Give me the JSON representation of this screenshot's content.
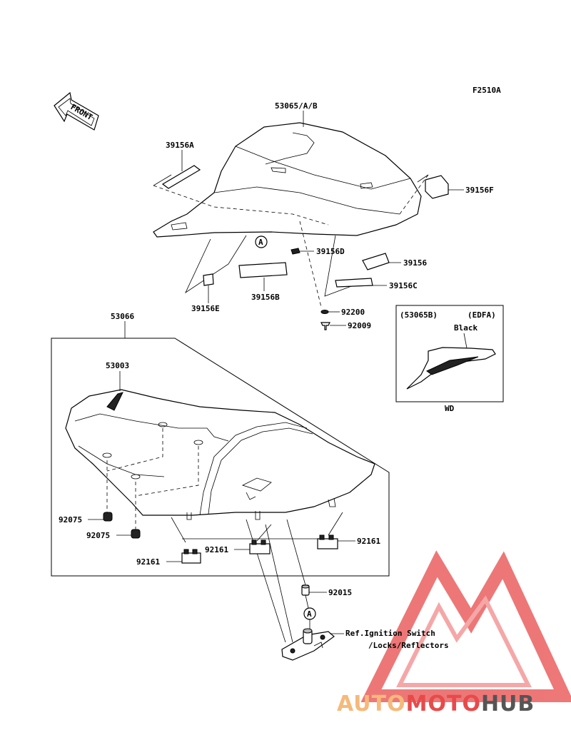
{
  "diagram": {
    "code": "F2510A",
    "front_label": "FRONT",
    "callout_letter": "A",
    "parts": {
      "p53065": "53065/A/B",
      "p39156A": "39156A",
      "p39156F": "39156F",
      "p39156D": "39156D",
      "p39156": "39156",
      "p39156B": "39156B",
      "p39156C": "39156C",
      "p39156E": "39156E",
      "p92200": "92200",
      "p92009": "92009",
      "p53066": "53066",
      "p53003": "53003",
      "p92075a": "92075",
      "p92075b": "92075",
      "p92161a": "92161",
      "p92161b": "92161",
      "p92161c": "92161",
      "p92015": "92015"
    },
    "reference": {
      "line1": "Ref.Ignition Switch",
      "line2": "/Locks/Reflectors"
    },
    "inset": {
      "code": "(53065B)",
      "variant": "(EDFA)",
      "color": "Black",
      "caption": "WD"
    }
  },
  "watermark": {
    "part1": "AUTO",
    "part2": "MOTO",
    "part3": "HUB",
    "color1": "#f5b97a",
    "color2": "#e84a4a",
    "color3": "#555555"
  }
}
